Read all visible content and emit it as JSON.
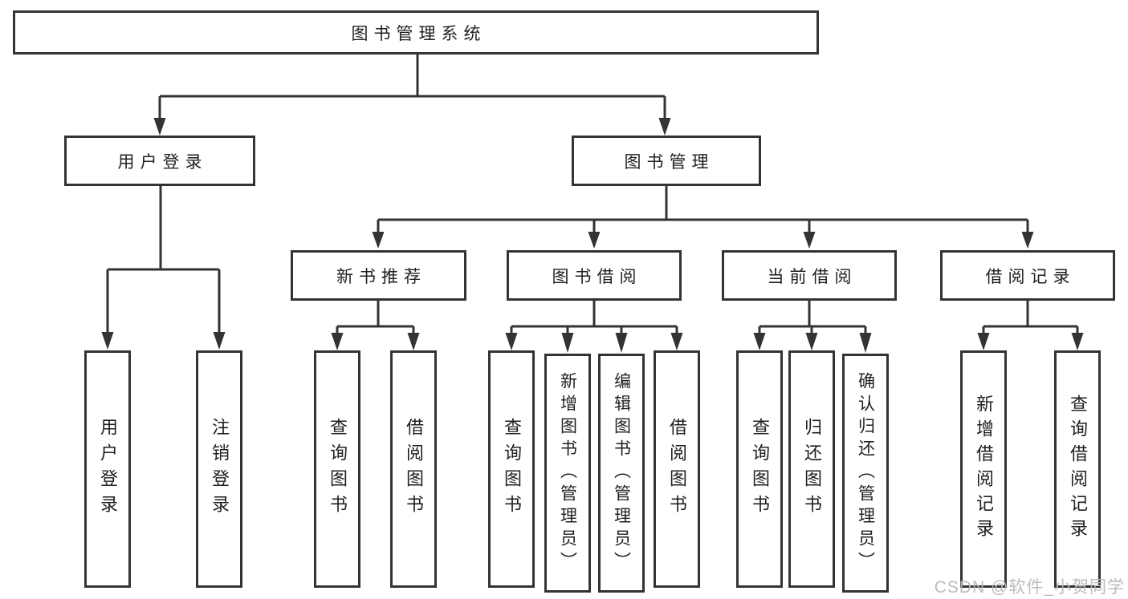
{
  "title": "图书管理系统",
  "user_login": {
    "label": "用户登录",
    "children": [
      "用户登录",
      "注销登录"
    ]
  },
  "book_mgmt": {
    "label": "图书管理"
  },
  "modules": [
    {
      "label": "新书推荐",
      "children": [
        "查询图书",
        "借阅图书"
      ]
    },
    {
      "label": "图书借阅",
      "children": [
        "查询图书",
        "新增图书（管理员）",
        "编辑图书（管理员）",
        "借阅图书"
      ]
    },
    {
      "label": "当前借阅",
      "children": [
        "查询图书",
        "归还图书",
        "确认归还（管理员）"
      ]
    },
    {
      "label": "借阅记录",
      "children": [
        "新增借阅记录",
        "查询借阅记录"
      ]
    }
  ],
  "watermark": "CSDN @软件_小贺同学",
  "colors": {
    "line": "#333333",
    "text": "#1f1f1f",
    "box_background": "#ffffff",
    "watermark": "#b9b9b9",
    "background": "#ffffff"
  }
}
